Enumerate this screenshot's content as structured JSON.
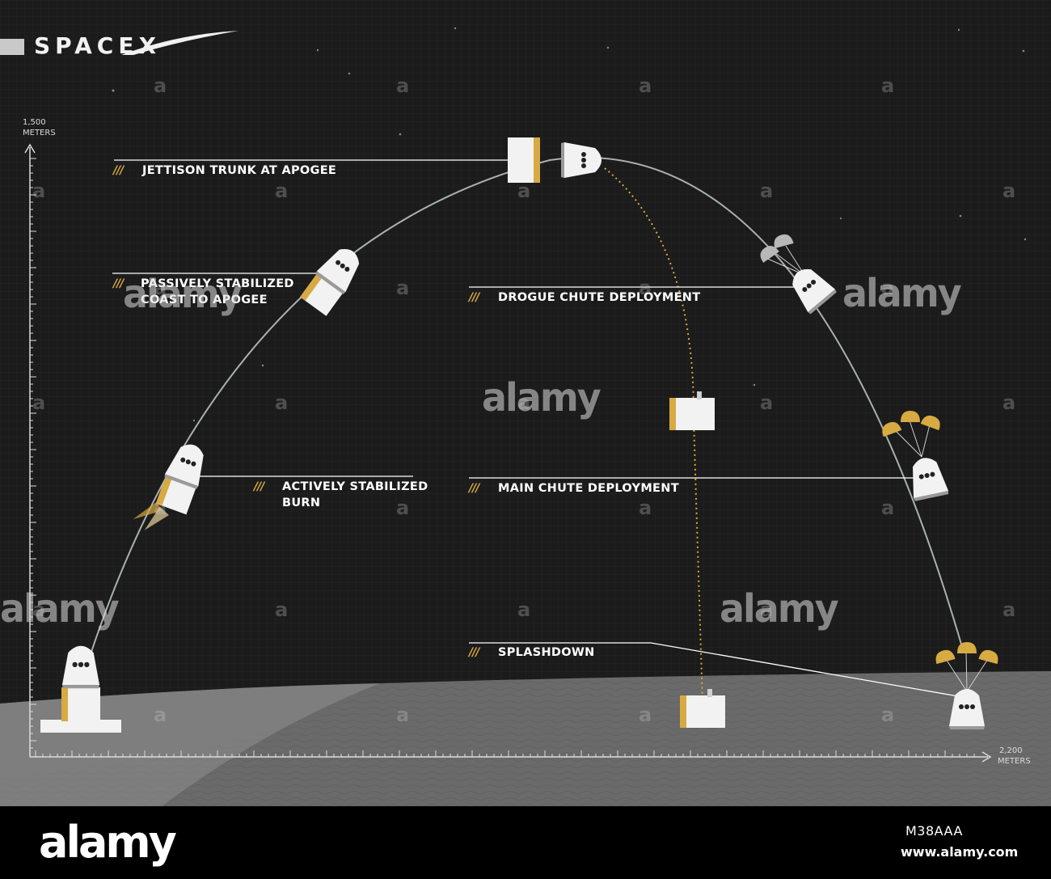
{
  "brand": {
    "name": "SPACEX"
  },
  "axes": {
    "y_max": "1,500",
    "y_unit": "METERS",
    "x_max": "2,200",
    "x_unit": "METERS"
  },
  "stages": [
    {
      "label": "JETTISON TRUNK AT APOGEE"
    },
    {
      "label": "PASSIVELY STABILIZED\nCOAST TO APOGEE"
    },
    {
      "label": "ACTIVELY STABILIZED\nBURN"
    },
    {
      "label": "DROGUE CHUTE DEPLOYMENT"
    },
    {
      "label": "MAIN CHUTE DEPLOYMENT"
    },
    {
      "label": "SPLASHDOWN"
    }
  ],
  "slash_glyph": "///",
  "watermark": {
    "text": "alamy",
    "mark": "a",
    "image_id": "M38AAA",
    "url": "www.alamy.com"
  },
  "colors": {
    "background": "#1b1b1b",
    "ground": "#6a6a6a",
    "accent_gold": "#d7aa42",
    "capsule_white": "#f2f2f2",
    "trajectory": "#a9b0b3"
  }
}
